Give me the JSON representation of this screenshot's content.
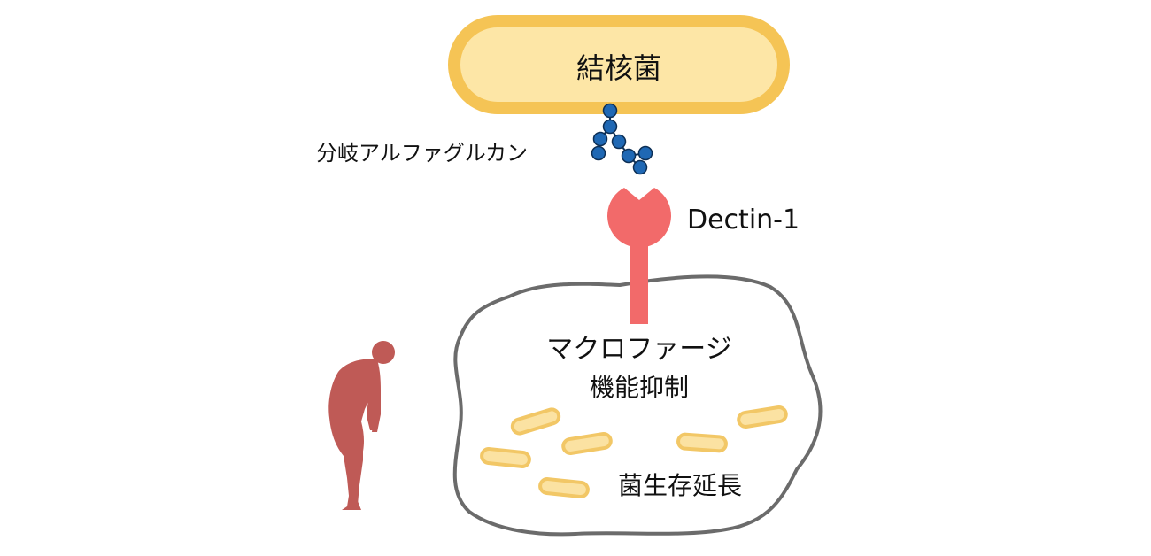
{
  "labels": {
    "bacterium": "結核菌",
    "glucan": "分岐アルファグルカン",
    "receptor": "Dectin-1",
    "cell": "マクロファージ",
    "function": "機能抑制",
    "growth": "菌生存延長"
  },
  "colors": {
    "bacterium_fill": "#fde6a6",
    "bacterium_stroke": "#f5c455",
    "glucan_bead": "#1f68b4",
    "receptor": "#f26a6a",
    "cell_outline": "#6b6b6b",
    "person": "#bf5a56",
    "small_bacteria_fill": "#fbe2a2",
    "small_bacteria_stroke": "#f2c766"
  },
  "icons": {
    "person": "bent-over-person-icon"
  }
}
